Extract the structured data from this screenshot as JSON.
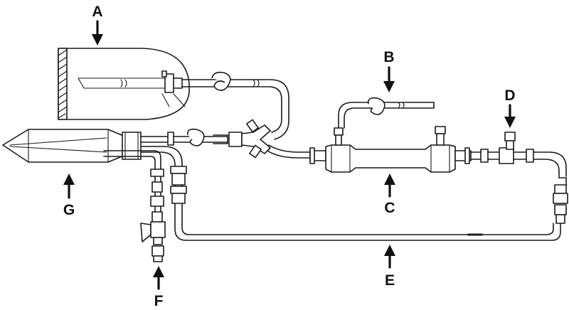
{
  "figure": {
    "callouts": [
      {
        "key": "A",
        "text": "A"
      },
      {
        "key": "B",
        "text": "B"
      },
      {
        "key": "C",
        "text": "C"
      },
      {
        "key": "D",
        "text": "D"
      },
      {
        "key": "E",
        "text": "E"
      },
      {
        "key": "F",
        "text": "F"
      },
      {
        "key": "G",
        "text": "G"
      }
    ]
  },
  "colors": {
    "stroke": "#1a1a1a",
    "background": "#ffffff"
  }
}
